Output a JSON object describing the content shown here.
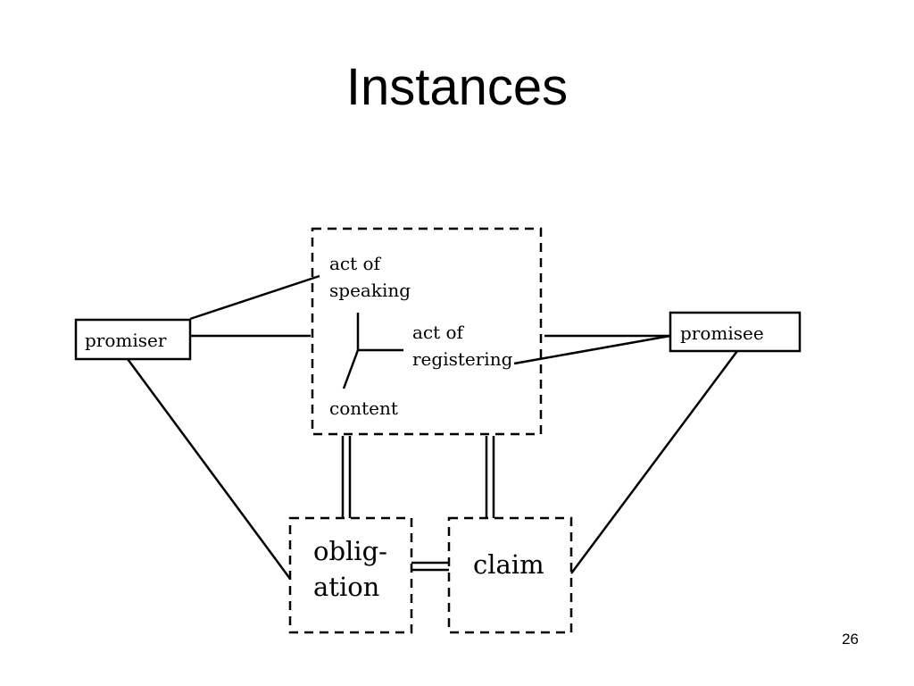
{
  "slide": {
    "title": "Instances",
    "page_number": "26"
  },
  "nodes": {
    "promiser": "promiser",
    "promisee": "promisee",
    "act_of_speaking": [
      "act of",
      "speaking"
    ],
    "act_of_registering": [
      "act of",
      "registering"
    ],
    "content": "content",
    "obligation": [
      "oblig-",
      "ation"
    ],
    "claim": "claim"
  },
  "colors": {
    "line": "#000000",
    "background": "#ffffff"
  }
}
